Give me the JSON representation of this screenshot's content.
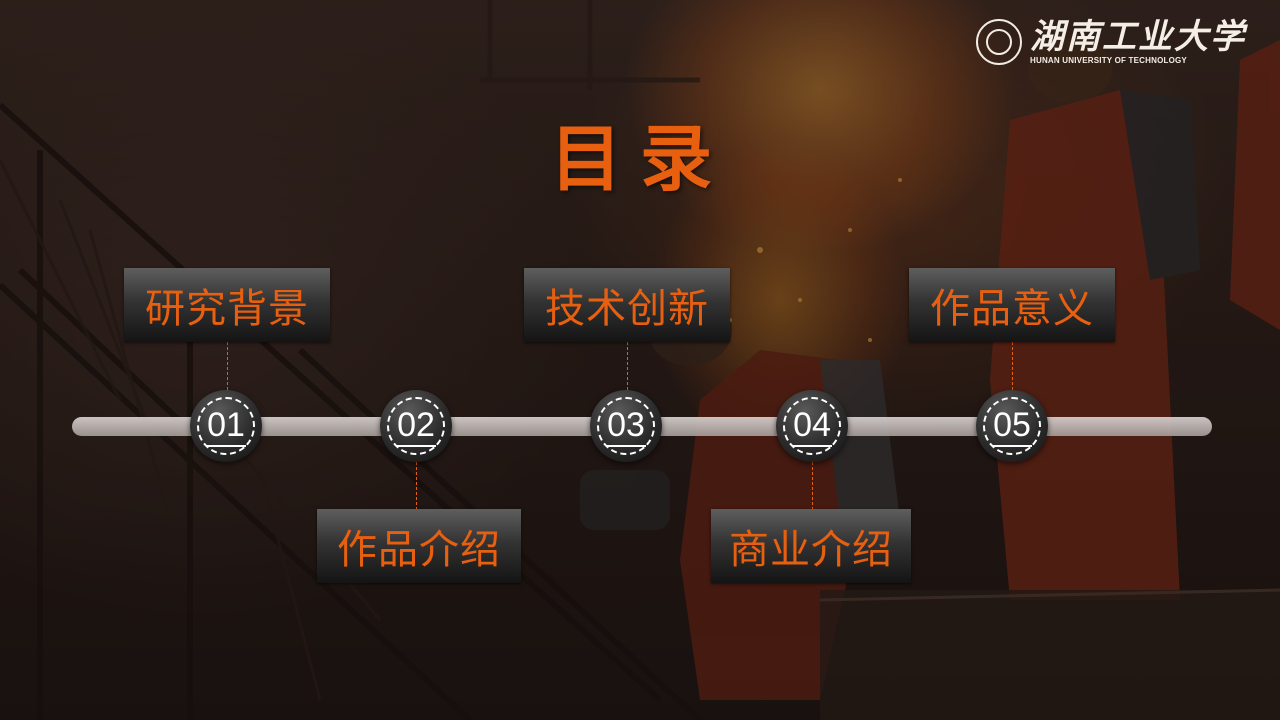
{
  "logo": {
    "name_cn": "湖南工业大学",
    "name_en": "HUNAN UNIVERSITY OF TECHNOLOGY"
  },
  "title": "目录",
  "timeline": {
    "nodes": [
      {
        "number": "01",
        "label": "研究背景"
      },
      {
        "number": "02",
        "label": "作品介绍"
      },
      {
        "number": "03",
        "label": "技术创新"
      },
      {
        "number": "04",
        "label": "商业介绍"
      },
      {
        "number": "05",
        "label": "作品意义"
      }
    ]
  },
  "colors": {
    "accent": "#e8600f",
    "node_text": "#ffffff",
    "bar": "#c8c1be"
  },
  "icons": {
    "seal": "university-seal-icon"
  }
}
